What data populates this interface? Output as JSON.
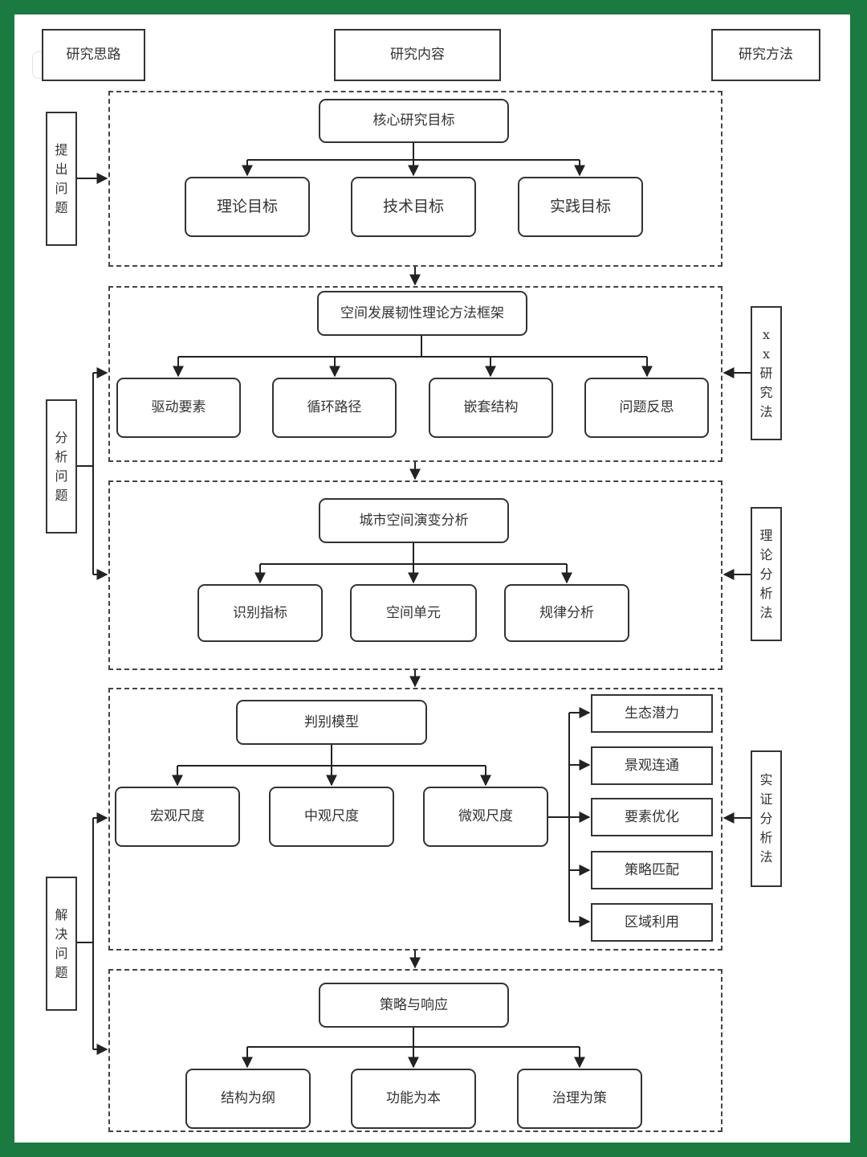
{
  "header": {
    "approach": "研究思路",
    "content": "研究内容",
    "methods": "研究方法"
  },
  "left_stages": [
    {
      "chars": [
        "提",
        "出",
        "问",
        "题"
      ]
    },
    {
      "chars": [
        "分",
        "析",
        "问",
        "题"
      ]
    },
    {
      "chars": [
        "解",
        "决",
        "问",
        "题"
      ]
    }
  ],
  "right_methods": [
    {
      "chars": [
        "x",
        "x",
        "研",
        "究",
        "法"
      ]
    },
    {
      "chars": [
        "理",
        "论",
        "分",
        "析",
        "法"
      ]
    },
    {
      "chars": [
        "实",
        "证",
        "分",
        "析",
        "法"
      ]
    }
  ],
  "section1": {
    "title": "核心研究目标",
    "items": [
      "理论目标",
      "技术目标",
      "实践目标"
    ]
  },
  "section2": {
    "title": "空间发展韧性理论方法框架",
    "items": [
      "驱动要素",
      "循环路径",
      "嵌套结构",
      "问题反思"
    ]
  },
  "section3": {
    "title": "城市空间演变分析",
    "items": [
      "识别指标",
      "空间单元",
      "规律分析"
    ]
  },
  "section4": {
    "title": "判别模型",
    "items": [
      "宏观尺度",
      "中观尺度",
      "微观尺度"
    ],
    "side_items": [
      "生态潜力",
      "景观连通",
      "要素优化",
      "策略匹配",
      "区域利用"
    ]
  },
  "section5": {
    "title": "策略与响应",
    "items": [
      "结构为纲",
      "功能为本",
      "治理为策"
    ]
  }
}
